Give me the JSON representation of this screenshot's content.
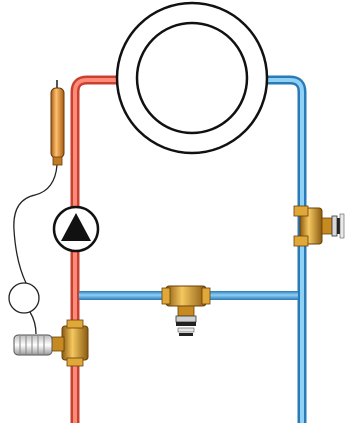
{
  "diagram": {
    "colors": {
      "supply_pipe": "#f06a55",
      "supply_pipe_dark": "#c84030",
      "return_pipe": "#5aaee0",
      "return_pipe_dark": "#2a7ab8",
      "brass": "#d89a28",
      "brass_dark": "#8a5a10",
      "sensor_bulb": "#e89a30",
      "outline": "#111111",
      "background": "#ffffff"
    },
    "components": [
      {
        "id": "heat-exchanger",
        "icon": "double-circle"
      },
      {
        "id": "circulation-pump",
        "icon": "pump-triangle"
      },
      {
        "id": "sensor-bulb",
        "icon": "capillary-sensor"
      },
      {
        "id": "thermostatic-valve",
        "icon": "thermostatic-head-valve"
      },
      {
        "id": "bypass-valve",
        "icon": "angle-valve"
      },
      {
        "id": "balancing-valve",
        "icon": "angle-valve"
      }
    ]
  }
}
